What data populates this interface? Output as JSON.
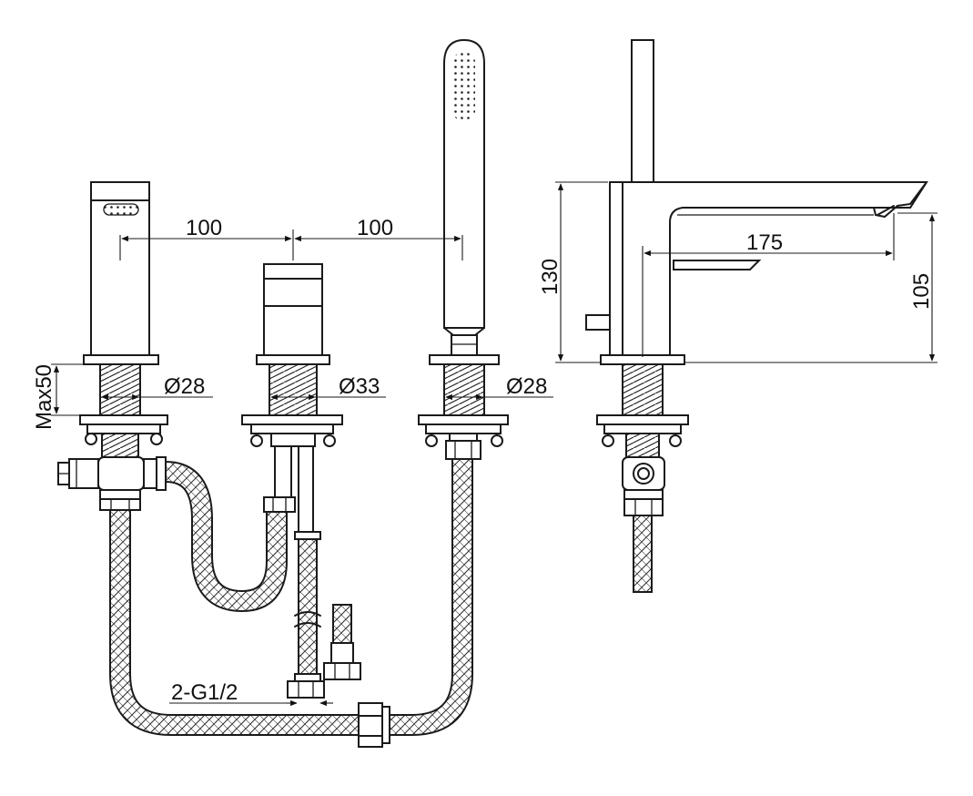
{
  "labels": {
    "spacing_left": "100",
    "spacing_right": "100",
    "max_deck": "Max50",
    "dia_left": "Ø28",
    "dia_center": "Ø33",
    "dia_right": "Ø28",
    "height_total": "130",
    "reach": "175",
    "spout_height": "105",
    "connection": "2-G1/2"
  }
}
